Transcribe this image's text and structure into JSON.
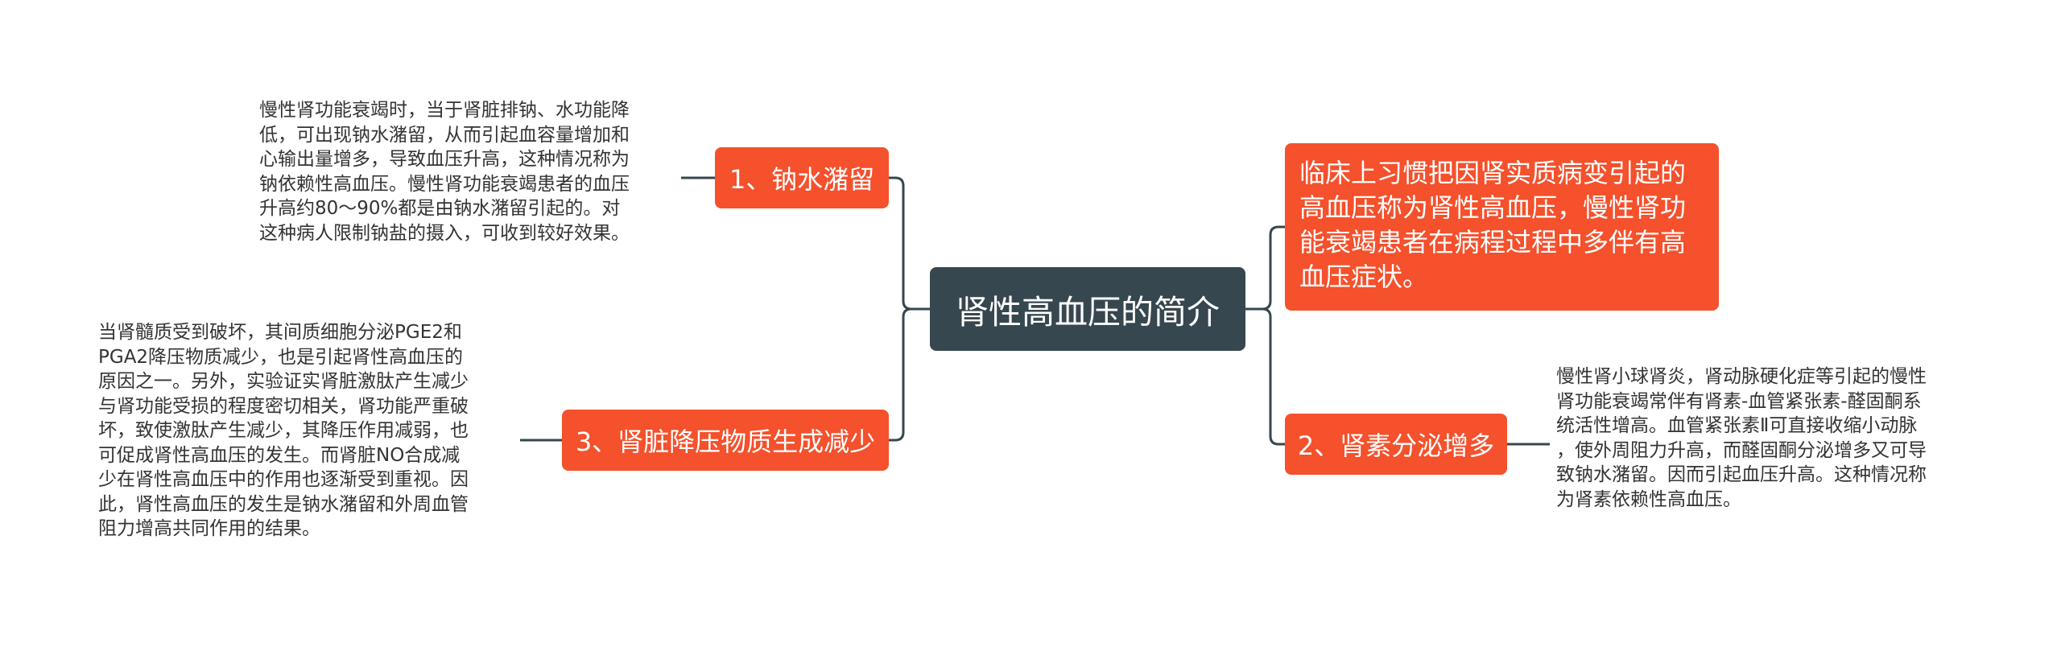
{
  "root": {
    "label": "肾性高血压的简介"
  },
  "branches": {
    "sodium": {
      "label": "1、钠水潴留",
      "detail_lines": [
        "慢性肾功能衰竭时，当于肾脏排钠、水功能降",
        "低，可出现钠水潴留，从而引起血容量增加和",
        "心输出量增多，导致血压升高，这种情况称为",
        "钠依赖性高血压。慢性肾功能衰竭患者的血压",
        "升高约80～90%都是由钠水潴留引起的。对",
        "这种病人限制钠盐的摄入，可收到较好效果。"
      ]
    },
    "depressor": {
      "label": "3、肾脏降压物质生成减少",
      "detail_lines": [
        "当肾髓质受到破坏，其间质细胞分泌PGE2和",
        "PGA2降压物质减少，也是引起肾性高血压的",
        "原因之一。另外，实验证实肾脏激肽产生减少",
        "与肾功能受损的程度密切相关，肾功能严重破",
        "坏，致使激肽产生减少，其降压作用减弱，也",
        "可促成肾性高血压的发生。而肾脏NO合成减",
        "少在肾性高血压中的作用也逐渐受到重视。因",
        "此，肾性高血压的发生是钠水潴留和外周血管",
        "阻力增高共同作用的结果。"
      ]
    },
    "intro": {
      "lines": [
        "临床上习惯把因肾实质病变引起的",
        "高血压称为肾性高血压，慢性肾功",
        "能衰竭患者在病程过程中多伴有高",
        "血压症状。"
      ]
    },
    "renin": {
      "label": "2、肾素分泌增多",
      "detail_lines": [
        "慢性肾小球肾炎，肾动脉硬化症等引起的慢性",
        "肾功能衰竭常伴有肾素-血管紧张素-醛固酮系",
        "统活性增高。血管紧张素Ⅱ可直接收缩小动脉",
        "，使外周阻力升高，而醛固酮分泌增多又可导",
        "致钠水潴留。因而引起血压升高。这种情况称",
        "为肾素依赖性高血压。"
      ]
    }
  },
  "colors": {
    "root": "#37474f",
    "branch": "#f4512c",
    "connector": "#37474f",
    "text": "#333333"
  }
}
